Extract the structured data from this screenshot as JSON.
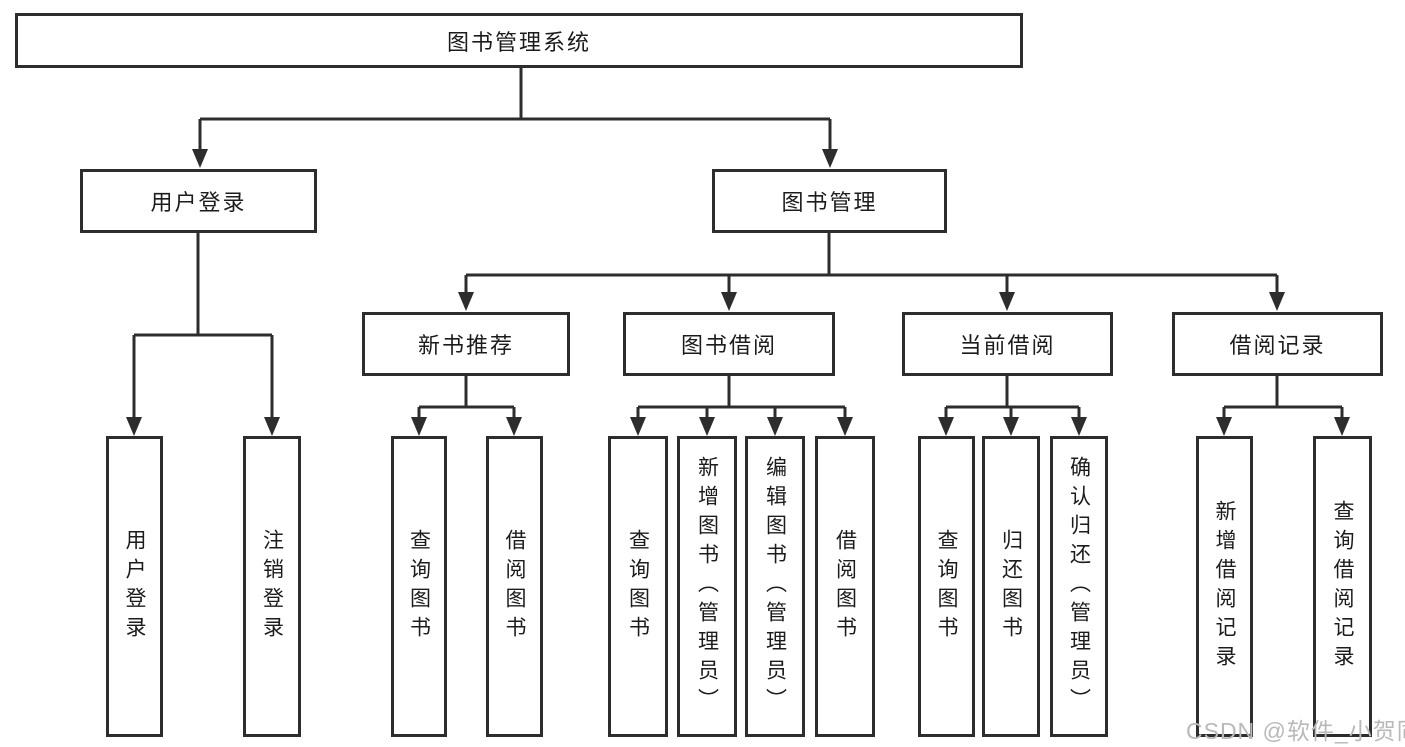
{
  "diagram": {
    "root": {
      "label": "图书管理系统"
    },
    "branches": [
      {
        "label": "用户登录",
        "leaves": [
          "用户登录",
          "注销登录"
        ]
      },
      {
        "label": "图书管理",
        "groups": [
          {
            "label": "新书推荐",
            "leaves": [
              "查询图书",
              "借阅图书"
            ]
          },
          {
            "label": "图书借阅",
            "leaves": [
              "查询图书",
              "新增图书（管理员）",
              "编辑图书（管理员）",
              "借阅图书"
            ]
          },
          {
            "label": "当前借阅",
            "leaves": [
              "查询图书",
              "归还图书",
              "确认归还（管理员）"
            ]
          },
          {
            "label": "借阅记录",
            "leaves": [
              "新增借阅记录",
              "查询借阅记录"
            ]
          }
        ]
      }
    ],
    "colors": {
      "line": "#2d2d2d",
      "text": "#1c1c1c",
      "background": "#ffffff",
      "watermark": "#b9b9b9"
    }
  },
  "watermark": {
    "text": "CSDN @软件_小贺同学"
  }
}
